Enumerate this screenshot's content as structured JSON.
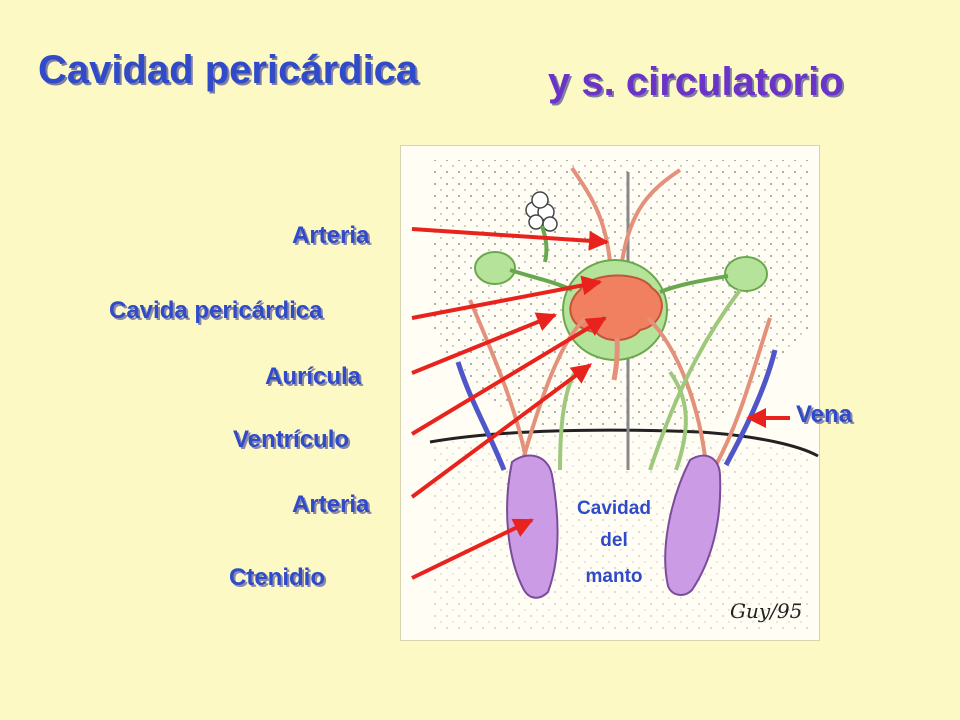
{
  "title": {
    "part1": "Cavidad pericárdica",
    "part2": "y s. circulatorio"
  },
  "labels": {
    "arteria_top": "Arteria",
    "cavidad_pericardica": "Cavida pericárdica",
    "auricula": "Aurícula",
    "ventriculo": "Ventrículo",
    "arteria_bottom": "Arteria",
    "ctenidio": "Ctenidio",
    "vena": "Vena",
    "cavidad_manto": [
      "Cavidad",
      "del",
      "manto"
    ]
  },
  "signature": "Guy/95",
  "colors": {
    "background": "#fdf9c4",
    "title_blue": "#2f4bc9",
    "title_purple": "#6b33c7",
    "arrow_red": "#e8231e",
    "pericardium_green": "#b6e39a",
    "heart_salmon": "#f0805f",
    "ctenidium_purple": "#cc9be6",
    "vein_blue": "#4f56c9"
  }
}
